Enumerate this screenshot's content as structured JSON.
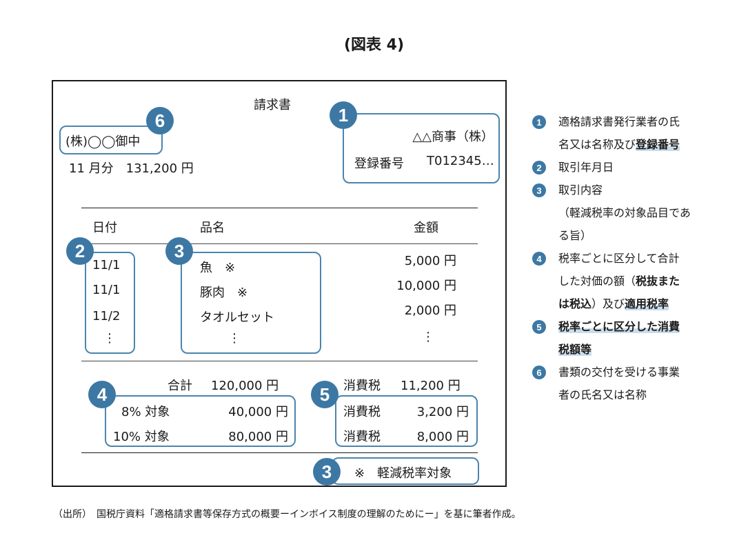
{
  "figure_title": "(図表 4)",
  "invoice": {
    "title": "請求書",
    "recipient": "(株)◯◯御中",
    "month_total": "11 月分　131,200 円",
    "issuer_name": "△△商事（株）",
    "registration_label": "登録番号",
    "registration_number": "T012345…",
    "headers": {
      "date": "日付",
      "item": "品名",
      "amount": "金額"
    },
    "rows": [
      {
        "date": "11/1",
        "item": "魚　※",
        "amount": "5,000 円"
      },
      {
        "date": "11/1",
        "item": "豚肉　※",
        "amount": "10,000 円"
      },
      {
        "date": "11/2",
        "item": "タオルセット",
        "amount": "2,000 円"
      }
    ],
    "ellipsis": "⋮",
    "total_label": "合計",
    "total_value": "120,000 円",
    "tax_total_label": "消費税",
    "tax_total_value": "11,200 円",
    "breakdown": [
      {
        "label": "8% 対象",
        "value": "40,000 円",
        "tax_label": "消費税",
        "tax_value": "3,200 円"
      },
      {
        "label": "10% 対象",
        "value": "80,000 円",
        "tax_label": "消費税",
        "tax_value": "8,000 円"
      }
    ],
    "note": "※　軽減税率対象"
  },
  "badges": {
    "b1": "1",
    "b2": "2",
    "b3": "3",
    "b4": "4",
    "b5": "5",
    "b6": "6"
  },
  "legend": [
    {
      "num": "1",
      "lines": [
        {
          "parts": [
            {
              "t": "適格請求書発行業者の氏"
            }
          ]
        },
        {
          "parts": [
            {
              "t": "名又は名称及び"
            },
            {
              "t": "登録番号",
              "hl": true
            }
          ]
        }
      ]
    },
    {
      "num": "2",
      "lines": [
        {
          "parts": [
            {
              "t": "取引年月日"
            }
          ]
        }
      ]
    },
    {
      "num": "3",
      "lines": [
        {
          "parts": [
            {
              "t": "取引内容"
            }
          ]
        },
        {
          "parts": [
            {
              "t": "（軽減税率の対象品目であ"
            }
          ]
        },
        {
          "parts": [
            {
              "t": "る旨）"
            }
          ]
        }
      ]
    },
    {
      "num": "4",
      "lines": [
        {
          "parts": [
            {
              "t": "税率ごとに区分して合計"
            }
          ]
        },
        {
          "parts": [
            {
              "t": "した対価の額（"
            },
            {
              "t": "税抜また",
              "bold": true
            }
          ]
        },
        {
          "parts": [
            {
              "t": "は税込",
              "bold": true
            },
            {
              "t": "）及び"
            },
            {
              "t": "適用税率",
              "hl": true
            }
          ]
        }
      ]
    },
    {
      "num": "5",
      "lines": [
        {
          "parts": [
            {
              "t": "税率ごとに区分した消費",
              "hl": true
            }
          ]
        },
        {
          "parts": [
            {
              "t": "税額等",
              "hl": true
            }
          ]
        }
      ]
    },
    {
      "num": "6",
      "lines": [
        {
          "parts": [
            {
              "t": "書類の交付を受ける事業"
            }
          ]
        },
        {
          "parts": [
            {
              "t": "者の氏名又は名称"
            }
          ]
        }
      ]
    }
  ],
  "footer": "（出所）　国税庁資料「適格請求書等保存方式の概要ーインボイス制度の理解のためにー」を基に筆者作成。",
  "colors": {
    "accent": "#3d78a4",
    "box_border": "#4b84ad",
    "highlight": "#c9dcec"
  }
}
